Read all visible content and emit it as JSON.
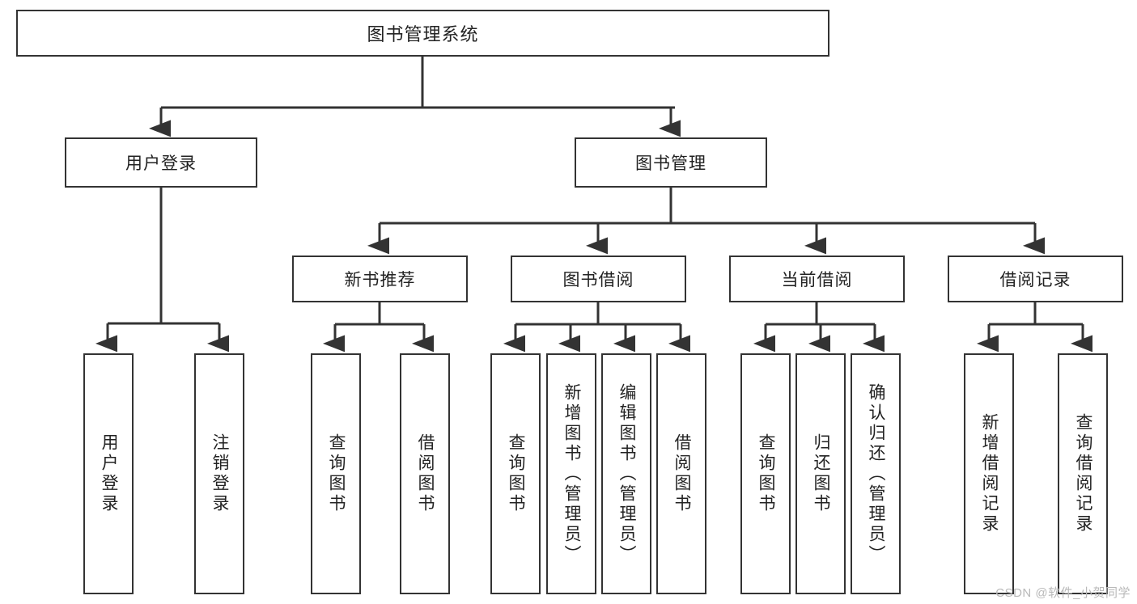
{
  "diagram": {
    "type": "tree-hierarchy",
    "title": "图书管理系统",
    "watermark": "CSDN @软件_小贺同学",
    "colors": {
      "box_border": "#333333",
      "box_fill": "#ffffff",
      "connector": "#333333",
      "text": "#222222",
      "watermark": "#b9b9b9"
    },
    "nodes": {
      "root": {
        "label": "图书管理系统",
        "level": 1
      },
      "l2": [
        {
          "id": "user-login",
          "label": "用户登录"
        },
        {
          "id": "book-manage",
          "label": "图书管理"
        }
      ],
      "l3": [
        {
          "id": "new-book-rec",
          "label": "新书推荐"
        },
        {
          "id": "book-borrow",
          "label": "图书借阅"
        },
        {
          "id": "current-borrow",
          "label": "当前借阅"
        },
        {
          "id": "borrow-record",
          "label": "借阅记录"
        }
      ],
      "leaves": {
        "user_login": [
          {
            "id": "leaf-user-login",
            "label": "用户登录"
          },
          {
            "id": "leaf-logout",
            "label": "注销登录"
          }
        ],
        "new_book_rec": [
          {
            "id": "leaf-query-book-1",
            "label": "查询图书"
          },
          {
            "id": "leaf-borrow-book-1",
            "label": "借阅图书"
          }
        ],
        "book_borrow": [
          {
            "id": "leaf-query-book-2",
            "label": "查询图书"
          },
          {
            "id": "leaf-add-book",
            "label": "新增图书（管理员）"
          },
          {
            "id": "leaf-edit-book",
            "label": "编辑图书（管理员）"
          },
          {
            "id": "leaf-borrow-book-2",
            "label": "借阅图书"
          }
        ],
        "current_borrow": [
          {
            "id": "leaf-query-book-3",
            "label": "查询图书"
          },
          {
            "id": "leaf-return-book",
            "label": "归还图书"
          },
          {
            "id": "leaf-confirm-return",
            "label": "确认归还（管理员）"
          }
        ],
        "borrow_record": [
          {
            "id": "leaf-add-record",
            "label": "新增借阅记录"
          },
          {
            "id": "leaf-query-record",
            "label": "查询借阅记录"
          }
        ]
      }
    }
  }
}
